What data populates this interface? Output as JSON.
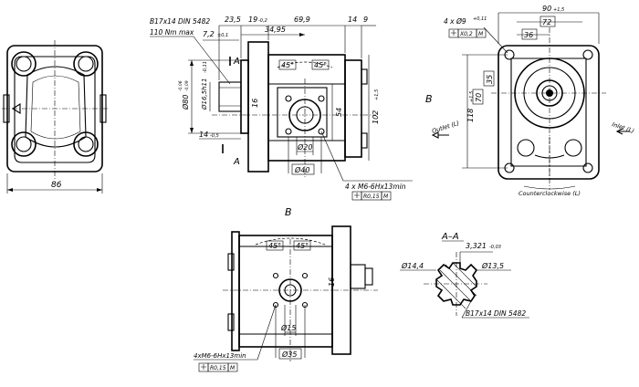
{
  "dims": {
    "d86": "86",
    "d23_5": "23,5",
    "d19": "19",
    "d19_tol": "-0,2",
    "d69_9": "69,9",
    "d14_top": "14",
    "d9": "9",
    "d34_95": "34,95",
    "d7_2": "7,2",
    "d7_2_tol": "±0,1",
    "d16_5h11": "Ø16,5h11",
    "d16_5h11_tol": "-0,11",
    "d80": "Ø80",
    "d80_tol_a": "-0,06",
    "d80_tol_b": "-0,09",
    "d14_side": "14",
    "d14_side_tol": "-0,5",
    "d16_shaft": "16",
    "d54": "54",
    "d102": "102",
    "d102_tol": "+1,5",
    "d90": "90",
    "d90_tol": "+1,5",
    "d72": "72",
    "d36": "36",
    "d35": "35",
    "d70": "70",
    "d118": "118",
    "d118_tol": "+1,5",
    "d20": "Ø20",
    "d40": "Ø40",
    "d15": "Ø15",
    "d35_circ": "Ø35",
    "d16_b": "16",
    "a45_1": "45°",
    "a45_2": "45°",
    "a45_3": "45°",
    "a45_4": "45°",
    "d14_4": "Ø14,4",
    "d13_5": "Ø13,5",
    "d3_321": "3,321",
    "d3_321_tol": "-0,03"
  },
  "notes": {
    "spline_top": "B17x14 DIN 5482",
    "torque": "110 Nm max",
    "holes4": "4 x Ø9",
    "holes4_tol": "+0,11",
    "pos_a": "X0,2",
    "pos_a_mod": "M",
    "thread_main": "4 x M6-6Hx13min",
    "pos_b": "R0,15",
    "pos_b_mod": "M",
    "thread_b": "4xM6-6Hx13min",
    "pos_c": "R0,15",
    "pos_c_mod": "M",
    "spline_section": "B17x14 DIN 5482",
    "outlet": "Outlet (L)",
    "inlet": "Inlet (L)",
    "rotation": "Counterclockwise (L)"
  },
  "labels": {
    "view_b_arrow": "B",
    "view_b_title": "B",
    "section_a_top": "A",
    "section_a_bottom": "A",
    "section_title": "A–A"
  }
}
